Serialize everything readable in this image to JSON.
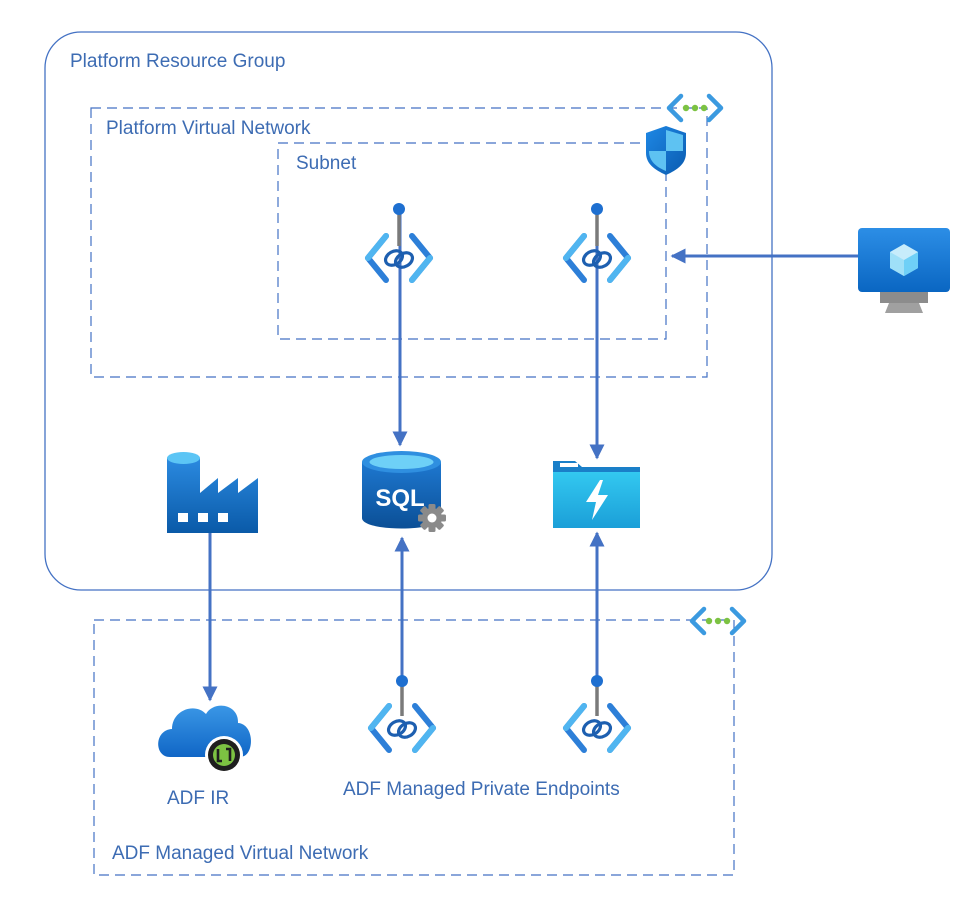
{
  "labels": {
    "platform_resource_group": "Platform Resource Group",
    "platform_virtual_network": "Platform Virtual Network",
    "subnet": "Subnet",
    "adf_ir": "ADF IR",
    "adf_managed_private_endpoints": "ADF Managed Private Endpoints",
    "adf_managed_virtual_network": "ADF Managed Virtual Network",
    "sql_icon_text": "SQL"
  },
  "icons": {
    "vnet_platform": "virtual-network-icon",
    "vnet_adf": "virtual-network-icon",
    "nsg": "network-security-group-icon",
    "private_endpoint": "private-endpoint-icon",
    "data_factory": "data-factory-icon",
    "sql_server": "sql-server-icon",
    "file_storage": "file-share-icon",
    "integration_runtime": "integration-runtime-icon",
    "virtual_machine": "virtual-machine-icon"
  },
  "colors": {
    "border": "#4472c4",
    "text": "#3d6cb3",
    "arrow": "#4472c4",
    "azure_blue": "#0078d4",
    "azure_light": "#50e6ff"
  }
}
